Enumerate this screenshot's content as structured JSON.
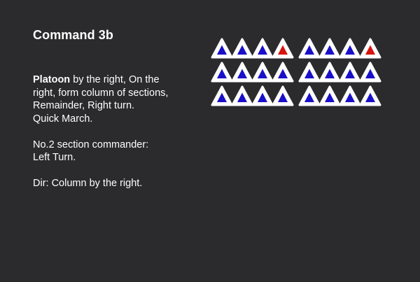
{
  "title": "Command 3b",
  "instructions": {
    "command_lead": "Platoon",
    "command_rest": " by the right, On the right, form column of sections, Remainder, Right turn.",
    "command_line2": "Quick March.",
    "section_commander_line1": "No.2 section commander:",
    "section_commander_line2": "Left Turn.",
    "direction": "Dir: Column by the right."
  },
  "colors": {
    "background": "#2b2a2c",
    "text": "#ffffff",
    "marker_outline": "#ffffff",
    "marker_soldier": "#1a10c8",
    "marker_commander": "#d8140f"
  },
  "formation": {
    "marker_shape": "triangle-icon",
    "rows": [
      [
        "soldier",
        "soldier",
        "soldier",
        "commander",
        "soldier",
        "soldier",
        "soldier",
        "commander"
      ],
      [
        "soldier",
        "soldier",
        "soldier",
        "soldier",
        "soldier",
        "soldier",
        "soldier",
        "soldier"
      ],
      [
        "soldier",
        "soldier",
        "soldier",
        "soldier",
        "soldier",
        "soldier",
        "soldier",
        "soldier"
      ]
    ]
  }
}
